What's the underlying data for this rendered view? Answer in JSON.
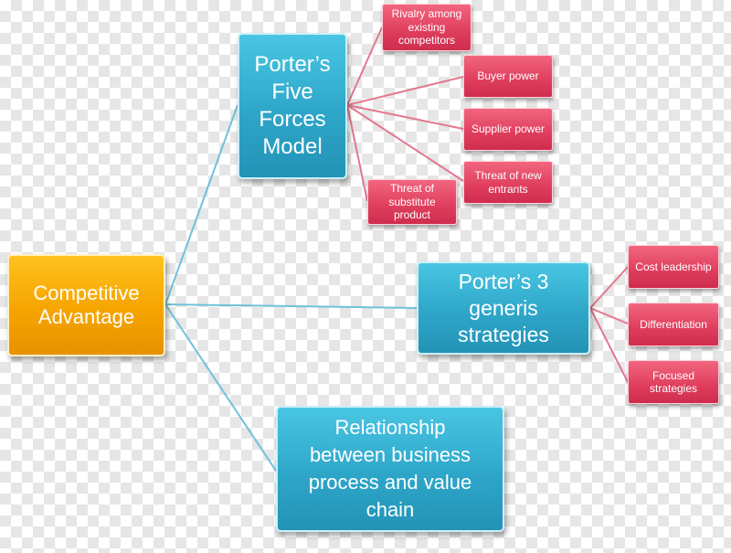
{
  "root": {
    "label": "Competitive\nAdvantage"
  },
  "branches": {
    "five_forces": {
      "label": "Porter’s\nFive\nForces\nModel",
      "leaves": [
        "Rivalry among\nexisting\ncompetitors",
        "Buyer power",
        "Supplier power",
        "Threat of new\nentrants",
        "Threat of\nsubstitute\nproduct"
      ]
    },
    "generic": {
      "label": "Porter’s 3\ngeneris\nstrategies",
      "leaves": [
        "Cost leadership",
        "Differentiation",
        "Focused\nstrategies"
      ]
    },
    "value_chain": {
      "label": "Relationship\nbetween business\nprocess and value\nchain"
    }
  },
  "colors": {
    "root": "#f5a300",
    "branch": "#2ea6c9",
    "leaf": "#df3d5c",
    "connector_root": "#6fc2d8",
    "connector_leaf": "#e4788f"
  }
}
